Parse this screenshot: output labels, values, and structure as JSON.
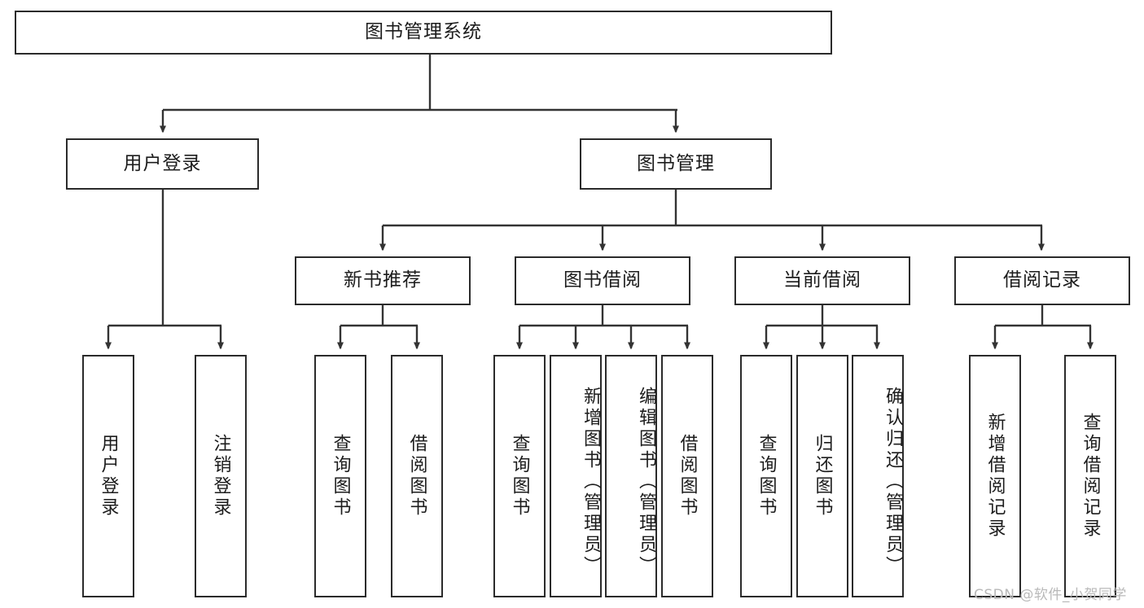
{
  "diagram": {
    "title": "图书管理系统",
    "type": "tree-hierarchy-chart",
    "watermark": "CSDN @软件_小贺同学",
    "colors": {
      "box_border": "#2b2b2b",
      "box_fill": "#ffffff",
      "edge": "#333333",
      "text": "#1c1c1c",
      "watermark": "#b9b9b9",
      "background": "#ffffff"
    },
    "root": {
      "label": "图书管理系统"
    },
    "level2": [
      {
        "label": "用户登录"
      },
      {
        "label": "图书管理"
      }
    ],
    "level3": [
      {
        "label": "新书推荐"
      },
      {
        "label": "图书借阅"
      },
      {
        "label": "当前借阅"
      },
      {
        "label": "借阅记录"
      }
    ],
    "leaves": {
      "user_login": [
        {
          "label": "用户登录"
        },
        {
          "label": "注销登录"
        }
      ],
      "new_book_recommend": [
        {
          "label": "查询图书"
        },
        {
          "label": "借阅图书"
        }
      ],
      "book_borrow": [
        {
          "label": "查询图书"
        },
        {
          "label": "新增图书（管理员）"
        },
        {
          "label": "编辑图书（管理员）"
        },
        {
          "label": "借阅图书"
        }
      ],
      "current_borrow": [
        {
          "label": "查询图书"
        },
        {
          "label": "归还图书"
        },
        {
          "label": "确认归还（管理员）"
        }
      ],
      "borrow_record": [
        {
          "label": "新增借阅记录"
        },
        {
          "label": "查询借阅记录"
        }
      ]
    }
  }
}
